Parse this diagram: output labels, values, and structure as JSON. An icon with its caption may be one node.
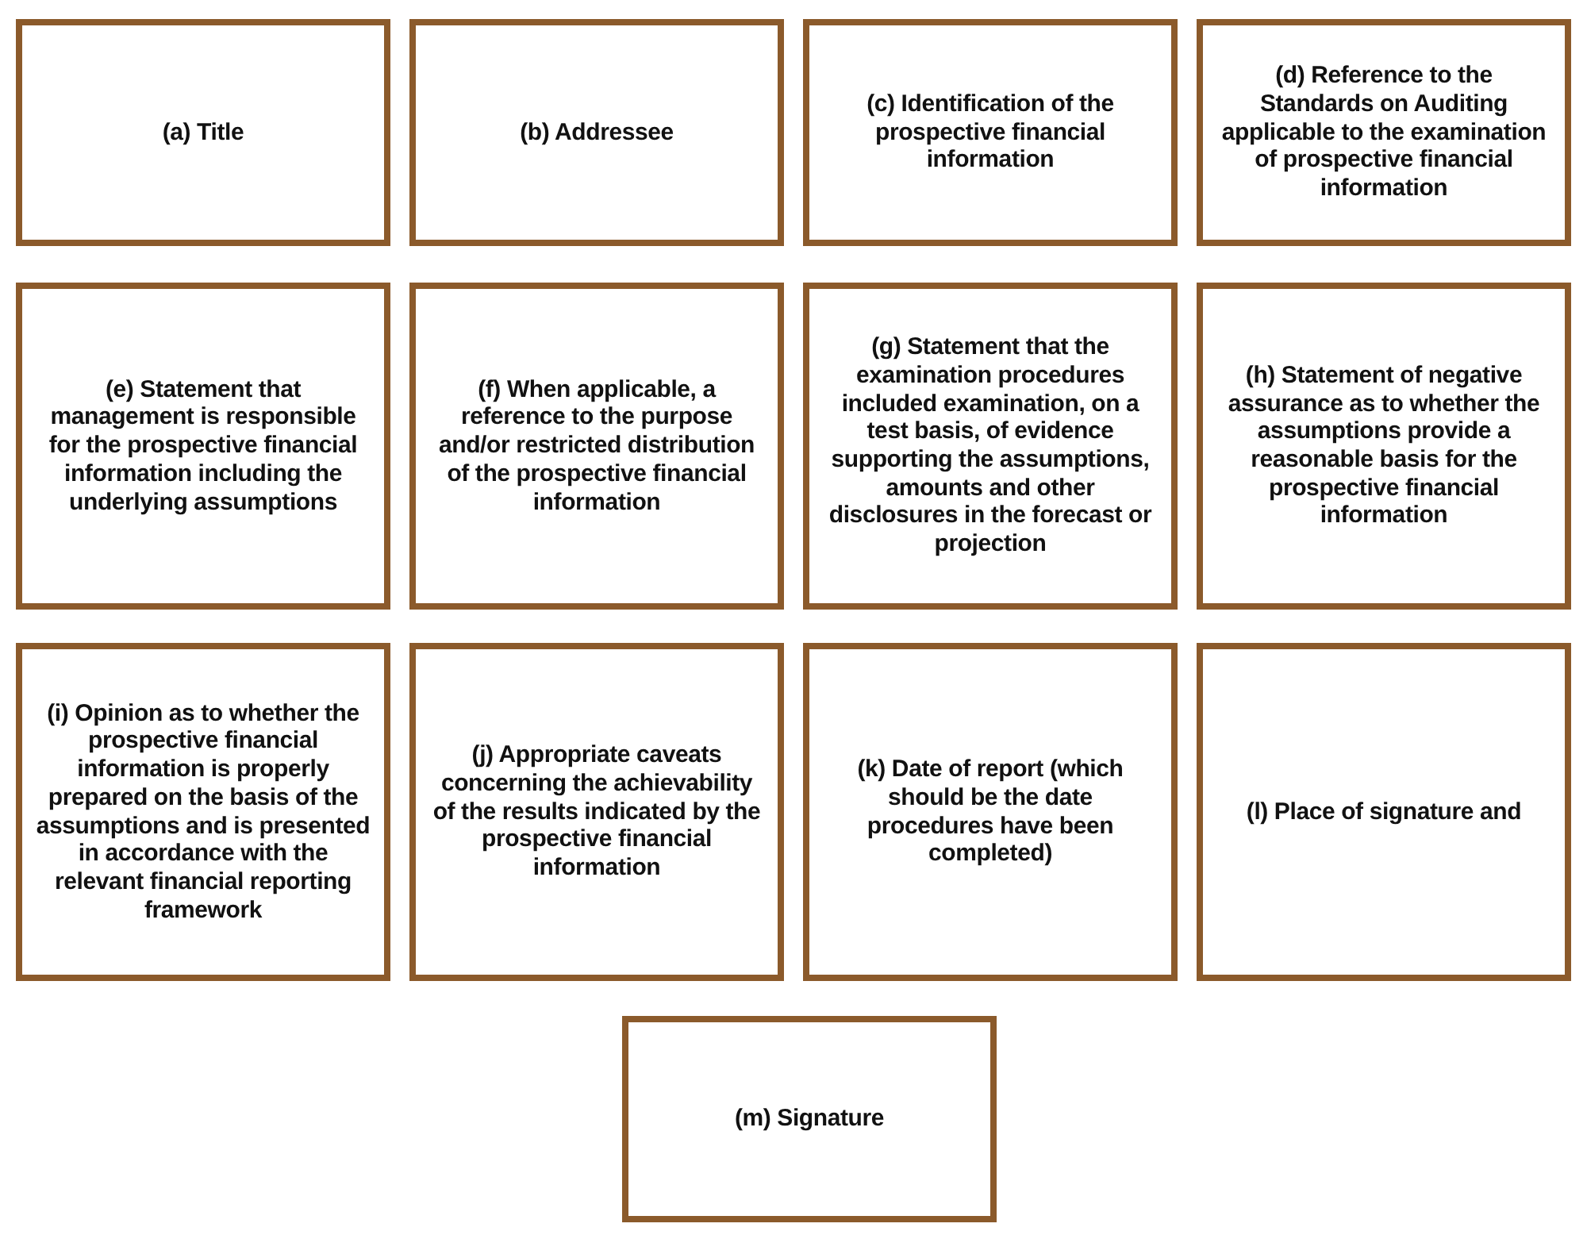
{
  "diagram": {
    "nodes": [
      {
        "text": [
          "(a) Title"
        ]
      },
      {
        "text": [
          "(b) Addressee"
        ]
      },
      {
        "text": [
          "(c) Identification of the prospective financial information"
        ]
      },
      {
        "text": [
          "(d) Reference to the Standards on Auditing applicable to the examination of prospective financial information"
        ]
      },
      {
        "text": [
          "(e) Statement that management is responsible for the prospective financial information including the underlying assumptions"
        ]
      },
      {
        "text": [
          "(f) When applicable, a reference to the purpose and/or restricted distribution of the prospective financial information"
        ]
      },
      {
        "text": [
          "(g) Statement that the examination procedures included examination, on a test basis, of evidence supporting the assumptions, amounts and other disclosures in the forecast or projection"
        ]
      },
      {
        "text": [
          "(h) Statement of negative assurance as to whether the assumptions provide a reasonable basis for the prospective financial information"
        ]
      },
      {
        "text": [
          "(i) Opinion as to whether the prospective financial information is properly prepared on the basis of the assumptions and is presented in accordance with the relevant financial reporting framework"
        ]
      },
      {
        "text": [
          "(j) Appropriate caveats concerning the achievability of the results indicated by the prospective financial information"
        ]
      },
      {
        "text": [
          "(k) Date of report (which should be the date procedures have been completed)"
        ]
      },
      {
        "text": [
          "(l) Place of signature and"
        ]
      },
      {
        "text": [
          "(m) Signature"
        ]
      }
    ]
  }
}
